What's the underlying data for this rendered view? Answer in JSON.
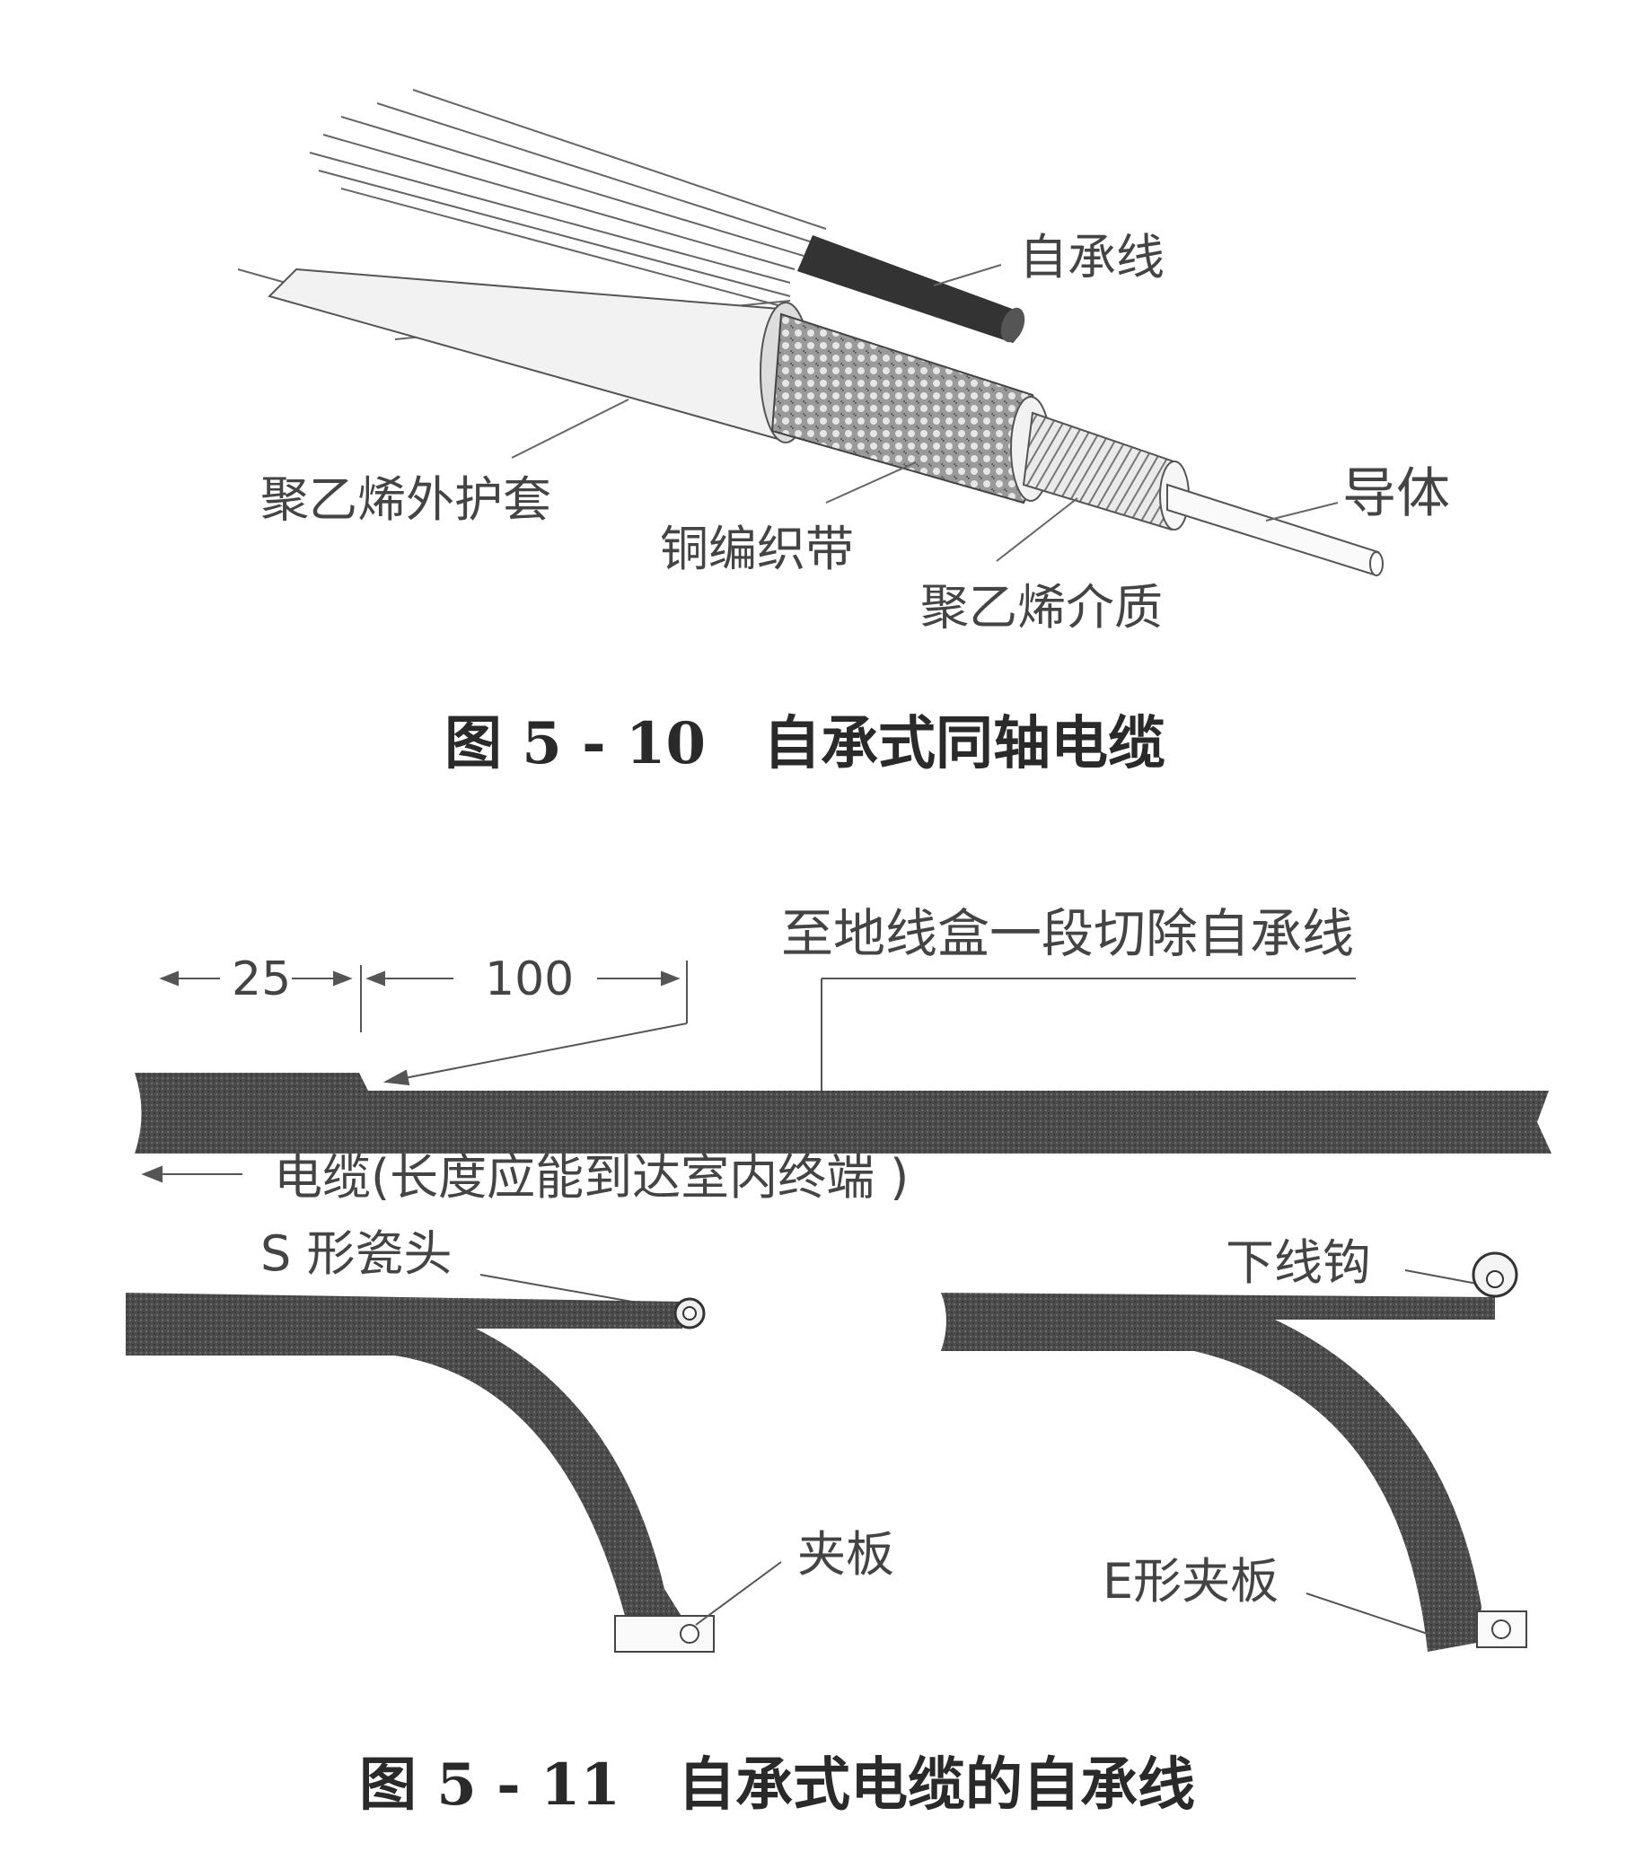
{
  "fig10": {
    "labels": {
      "messenger": "自承线",
      "outer_jacket": "聚乙烯外护套",
      "braid": "铜编织带",
      "conductor": "导体",
      "dielectric": "聚乙烯介质"
    },
    "caption": "图 5 - 10　自承式同轴电缆"
  },
  "fig11": {
    "dim_left": "25",
    "dim_right": "100",
    "cut_label": "至地线盒一段切除自承线",
    "cable_label": "电缆(长度应能到达室内终端 )",
    "s_knob": "S 形瓷头",
    "hook": "下线钩",
    "clamp": "夹板",
    "e_clamp": "E形夹板",
    "caption": "图 5 - 11　自承式电缆的自承线"
  }
}
